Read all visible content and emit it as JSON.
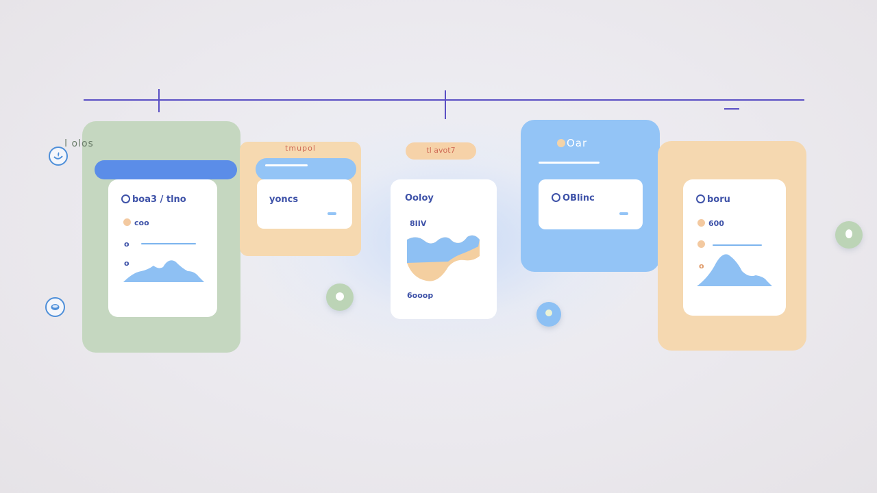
{
  "colors": {
    "accent_line": "#5a4fc4",
    "green_panel": "#c5d7c0",
    "peach_panel": "#f6d9b0",
    "blue_panel": "#93c4f6",
    "primary_bar": "#5b8de8",
    "text_blue": "#3e52a8",
    "text_orange": "#cf6a55"
  },
  "columns": [
    {
      "title": "l olos",
      "card": {
        "title": "boa3 / tlno",
        "rows": [
          "coo",
          "o",
          "o"
        ]
      }
    },
    {
      "title": "tmupol",
      "card": {
        "title": "yoncs"
      }
    },
    {
      "tag": "tl avot7",
      "card": {
        "title": "Ooloy",
        "value": "8IIV",
        "footer": "6ooop"
      }
    },
    {
      "title": "Oar",
      "card": {
        "title": "OBlinc"
      }
    },
    {
      "card": {
        "title": "boru",
        "rows": [
          "600",
          "",
          "o"
        ]
      }
    }
  ],
  "icons": {
    "side_top": "bird-icon",
    "side_bottom": "record-icon",
    "float_mid": "green-dot-button-icon",
    "float_blue": "blue-dot-button-icon",
    "float_right": "green-dot-button-icon"
  }
}
